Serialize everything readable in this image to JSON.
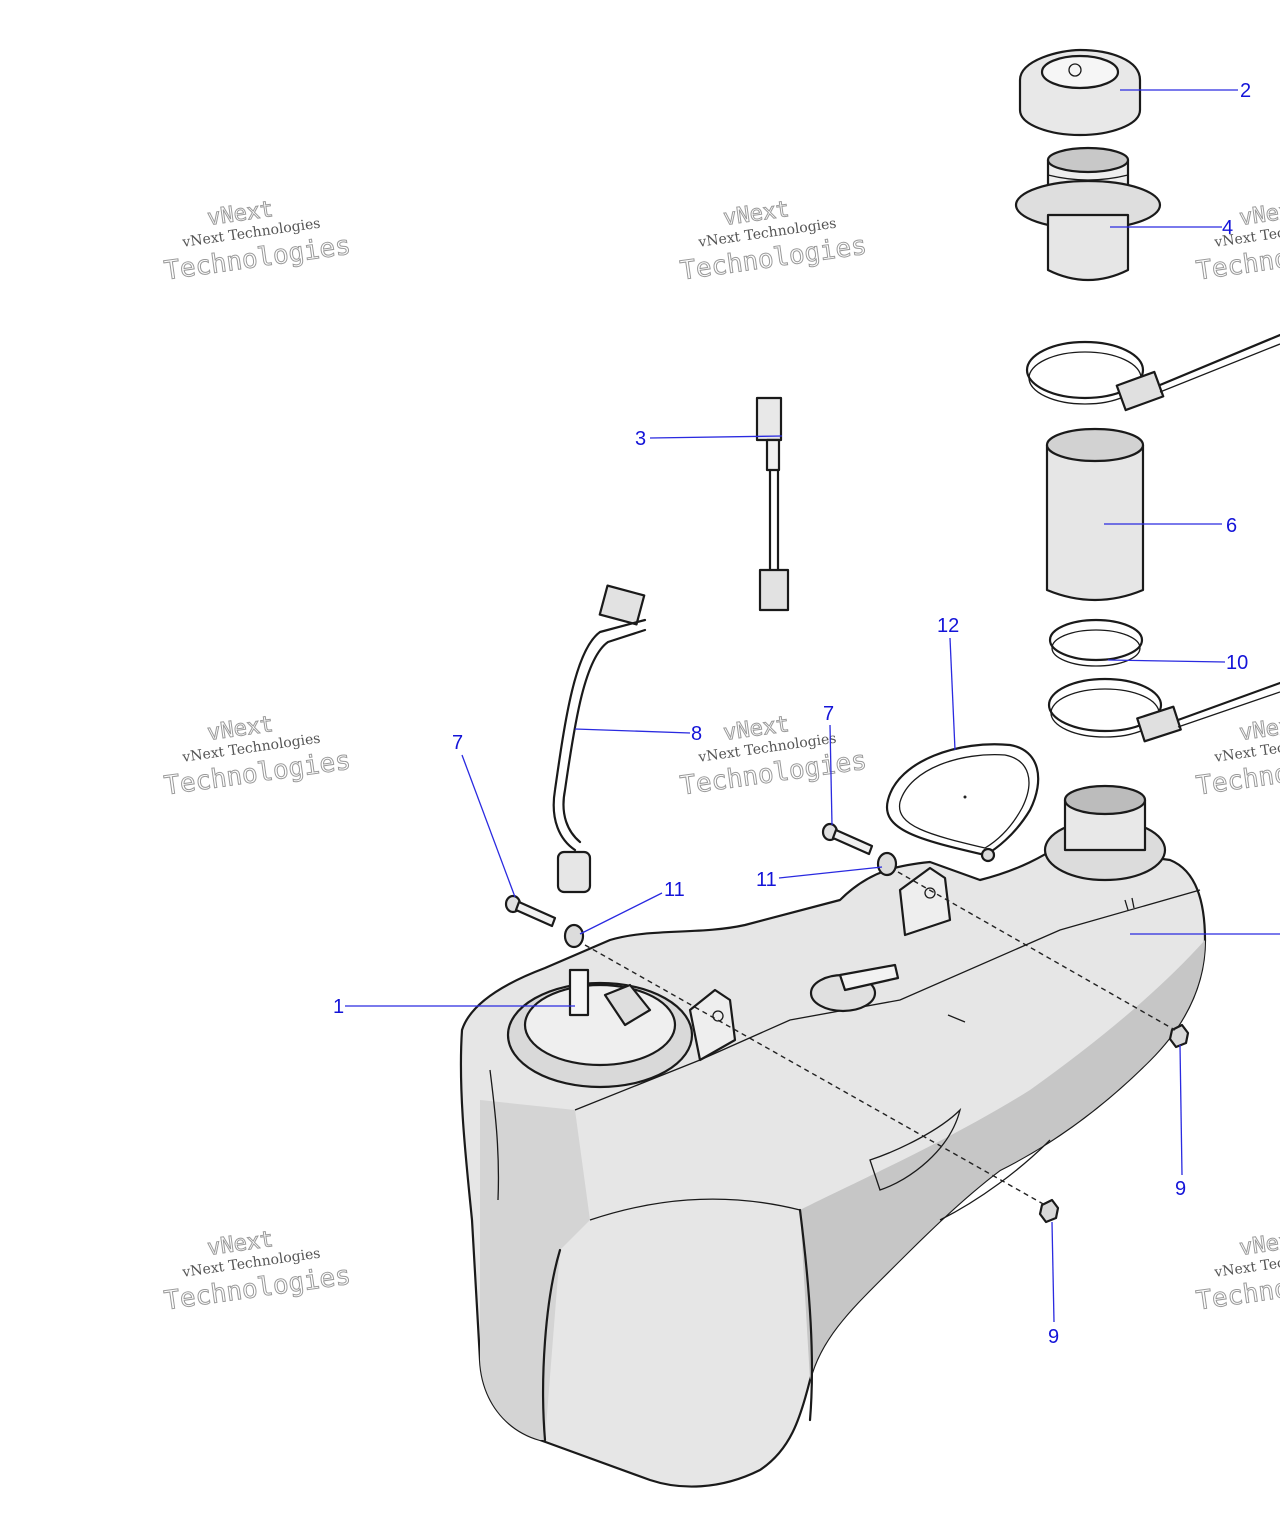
{
  "diagram": {
    "callouts": [
      {
        "id": "c1",
        "label": "1"
      },
      {
        "id": "c2",
        "label": "2"
      },
      {
        "id": "c3",
        "label": "3"
      },
      {
        "id": "c4",
        "label": "4"
      },
      {
        "id": "c6",
        "label": "6"
      },
      {
        "id": "c7a",
        "label": "7"
      },
      {
        "id": "c7b",
        "label": "7"
      },
      {
        "id": "c8",
        "label": "8"
      },
      {
        "id": "c9a",
        "label": "9"
      },
      {
        "id": "c9b",
        "label": "9"
      },
      {
        "id": "c10",
        "label": "10"
      },
      {
        "id": "c11a",
        "label": "11"
      },
      {
        "id": "c11b",
        "label": "11"
      },
      {
        "id": "c12",
        "label": "12"
      }
    ],
    "watermark": {
      "line1": "vNext Technologies",
      "line2": "Technologies",
      "line0": "vNext"
    },
    "colors": {
      "callout": "#1414d8",
      "tank_fill": "#e6e6e6",
      "tank_shade": "#c8c8c8"
    }
  }
}
